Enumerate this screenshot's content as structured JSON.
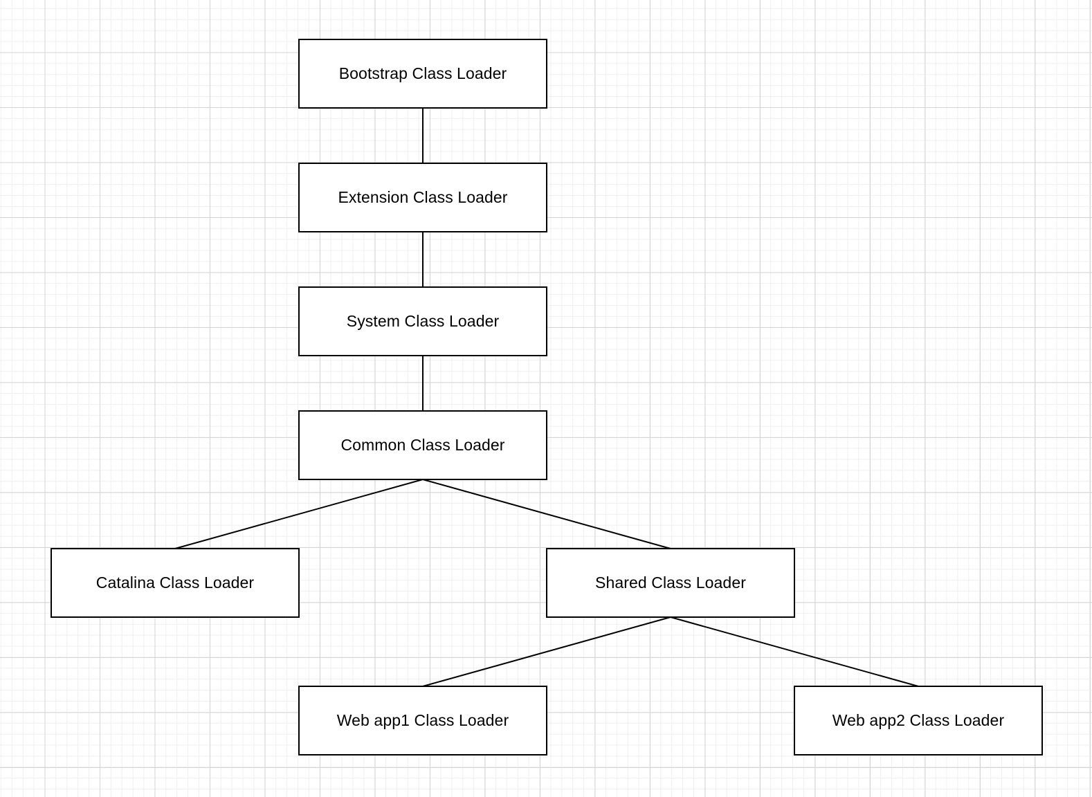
{
  "diagram": {
    "nodes": {
      "bootstrap": "Bootstrap Class Loader",
      "extension": "Extension Class Loader",
      "system": "System Class Loader",
      "common": "Common Class Loader",
      "catalina": "Catalina Class Loader",
      "shared": "Shared Class Loader",
      "webapp1": "Web app1 Class Loader",
      "webapp2": "Web app2 Class Loader"
    },
    "edges": [
      {
        "from": "bootstrap",
        "to": "extension"
      },
      {
        "from": "extension",
        "to": "system"
      },
      {
        "from": "system",
        "to": "common"
      },
      {
        "from": "common",
        "to": "catalina"
      },
      {
        "from": "common",
        "to": "shared"
      },
      {
        "from": "shared",
        "to": "webapp1"
      },
      {
        "from": "shared",
        "to": "webapp2"
      }
    ]
  }
}
